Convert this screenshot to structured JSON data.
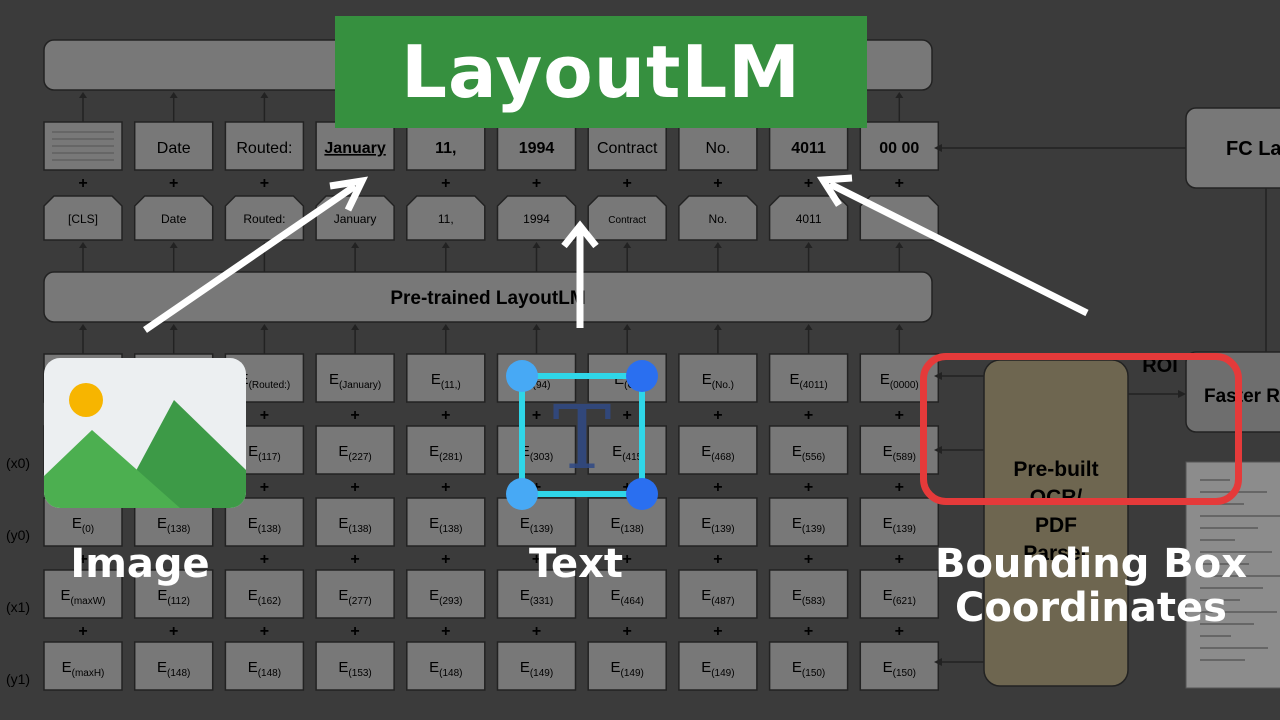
{
  "title": "LayoutLM",
  "pretrained_label": "Pre-trained LayoutLM",
  "fc_label": "FC La",
  "roi_label": "ROI",
  "faster_label": "Faster R",
  "ocr_label": "Pre-built OCR/ PDF Parser",
  "output_tokens": [
    "",
    "Date",
    "Routed:",
    "January",
    "11,",
    "1994",
    "Contract",
    "No.",
    "4011",
    "00 00"
  ],
  "input_tokens": [
    "[CLS]",
    "Date",
    "Routed:",
    "January",
    "11,",
    "1994",
    "Contract",
    "No.",
    "4011",
    ""
  ],
  "text_embeddings": [
    "",
    "",
    "(Routed:)",
    "(January)",
    "(11,)",
    "(94)",
    "(Co",
    "(No.)",
    "(4011)",
    "(0000)"
  ],
  "rows": [
    {
      "label": "(x0)",
      "values": [
        "",
        "",
        "(117)",
        "(227)",
        "(281)",
        "(303)",
        "(415",
        "(468)",
        "(556)",
        "(589)"
      ]
    },
    {
      "label": "(y0)",
      "values": [
        "(0)",
        "(138)",
        "(138)",
        "(138)",
        "(138)",
        "(139)",
        "(138)",
        "(139)",
        "(139)",
        "(139)"
      ]
    },
    {
      "label": "(x1)",
      "values": [
        "(maxW)",
        "(112)",
        "(162)",
        "(277)",
        "(293)",
        "(331)",
        "(464)",
        "(487)",
        "(583)",
        "(621)"
      ]
    },
    {
      "label": "(y1)",
      "values": [
        "(maxH)",
        "(148)",
        "(148)",
        "(153)",
        "(148)",
        "(149)",
        "(149)",
        "(149)",
        "(150)",
        "(150)"
      ]
    }
  ],
  "labels": {
    "image": "Image",
    "text": "Text",
    "bbox": "Bounding Box Coordinates"
  },
  "colors": {
    "title_bg": "#36903f",
    "frame": "#e53a3a",
    "text_icon_frame": "#2fd6e8",
    "text_icon_corner": "#2a6ff0"
  }
}
